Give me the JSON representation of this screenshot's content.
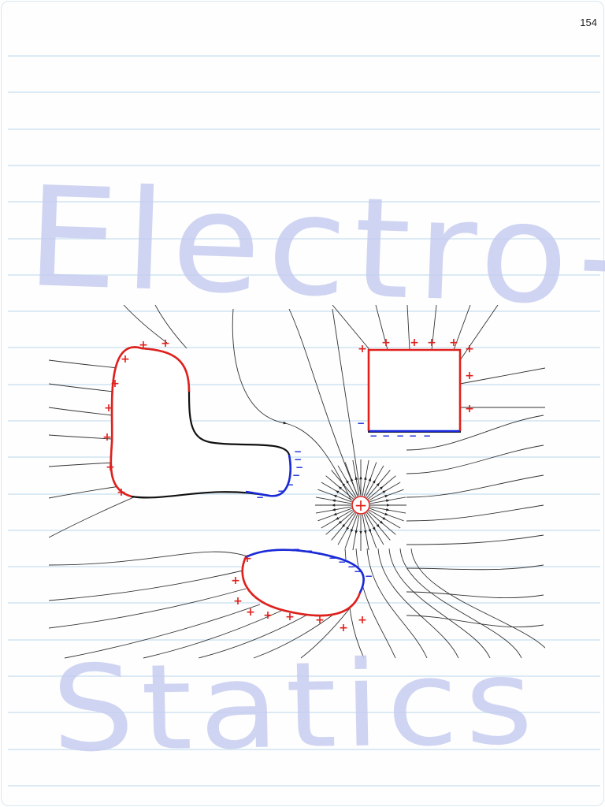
{
  "page": {
    "number": "154"
  },
  "annotations": {
    "line1": "Electro-",
    "line2": "Statics"
  },
  "diagram": {
    "colors": {
      "positive": "#e0201c",
      "negative": "#1a2ad8",
      "conductor": "#111111",
      "field_line": "#333333",
      "ruled_line": "#dbeaf4",
      "handwriting": "#c7cdf0"
    },
    "labels": {
      "positive_sign": "+",
      "negative_sign": "−"
    }
  }
}
